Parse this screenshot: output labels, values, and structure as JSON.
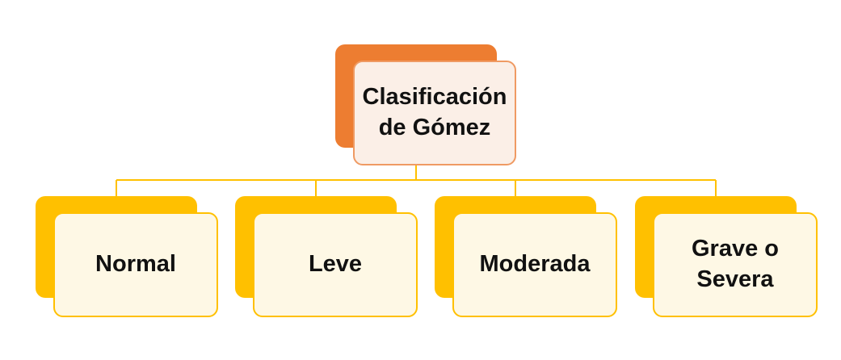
{
  "diagram": {
    "type": "hierarchy",
    "colors": {
      "root_accent": "#ED7D31",
      "root_fill": "#FBEFE7",
      "root_border": "#EF9A63",
      "child_accent": "#FFC000",
      "child_fill": "#FEF8E5",
      "connector": "#FFC000"
    },
    "root": {
      "label": "Clasificación\nde Gómez"
    },
    "children": [
      {
        "label": "Normal"
      },
      {
        "label": "Leve"
      },
      {
        "label": "Moderada"
      },
      {
        "label": "Grave o\nSevera"
      }
    ]
  }
}
